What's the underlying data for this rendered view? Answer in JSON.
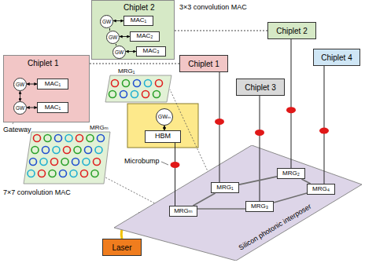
{
  "diagram": {
    "nodes": [
      {
        "text": [
          "Chiplet 2"
        ]
      },
      {
        "text": [
          "GW"
        ],
        "in": 0
      },
      {
        "text": [
          "MAC₁"
        ],
        "in": 0
      },
      {
        "text": [
          "GW"
        ],
        "in": 0
      },
      {
        "text": [
          "MAC₂"
        ],
        "in": 0
      },
      {
        "text": [
          "GW"
        ],
        "in": 0
      },
      {
        "text": [
          "MAC₃"
        ],
        "in": 0
      },
      {
        "text": [
          "Chiplet 1"
        ]
      },
      {
        "text": [
          "GW"
        ],
        "in": 7
      },
      {
        "text": [
          "MAC₁"
        ],
        "in": 7
      },
      {
        "text": [
          "GW"
        ],
        "in": 7
      },
      {
        "text": [
          "MAC₁"
        ],
        "in": 7
      },
      {
        "text": [
          "Chiplet 1"
        ]
      },
      {
        "text": [
          "Chiplet 2"
        ]
      },
      {
        "text": [
          "Chiplet 3"
        ]
      },
      {
        "text": [
          "Chiplet 4"
        ]
      },
      {
        "text": [
          "GWₘ"
        ]
      },
      {
        "text": [
          "HBM"
        ]
      },
      {
        "text": [
          "Silicon photonic interposer"
        ]
      },
      {
        "text": [
          "MRGₘ"
        ],
        "in": 18
      },
      {
        "text": [
          "MRG₁"
        ],
        "in": 18
      },
      {
        "text": [
          "MRG₂"
        ],
        "in": 18
      },
      {
        "text": [
          "MRG₃"
        ],
        "in": 18
      },
      {
        "text": [
          "MRG₄"
        ],
        "in": 18
      },
      {
        "text": [
          "Laser"
        ]
      }
    ],
    "edges": [
      {
        "from": 1,
        "to": 2,
        "arrow": "both"
      },
      {
        "from": 3,
        "to": 4,
        "arrow": "both"
      },
      {
        "from": 5,
        "to": 6,
        "arrow": "both"
      },
      {
        "from": 1,
        "to": 3,
        "arrow": "none"
      },
      {
        "from": 3,
        "to": 5,
        "arrow": "none"
      },
      {
        "from": 8,
        "to": 9,
        "arrow": "both"
      },
      {
        "from": 10,
        "to": 11,
        "arrow": "both"
      },
      {
        "from": 8,
        "to": 10,
        "arrow": "both"
      },
      {
        "from": 12,
        "to": 7,
        "arrow": "none"
      },
      {
        "from": 13,
        "to": 0,
        "arrow": "none"
      },
      {
        "from": 16,
        "to": 17,
        "arrow": "both"
      },
      {
        "from": 17,
        "to": 19,
        "arrow": "none"
      },
      {
        "from": 12,
        "to": 20,
        "arrow": "none"
      },
      {
        "from": 13,
        "to": 21,
        "arrow": "none"
      },
      {
        "from": 14,
        "to": 22,
        "arrow": "none"
      },
      {
        "from": 15,
        "to": 23,
        "arrow": "none"
      },
      {
        "from": 19,
        "to": 20,
        "arrow": "none"
      },
      {
        "from": 20,
        "to": 21,
        "arrow": "none"
      },
      {
        "from": 21,
        "to": 23,
        "arrow": "none"
      },
      {
        "from": 23,
        "to": 22,
        "arrow": "none"
      },
      {
        "from": 22,
        "to": 19,
        "arrow": "none"
      }
    ],
    "labels": [
      "3×3 convolution MAC",
      "MRG₁",
      "Gateway",
      "MRGₘ",
      "Microbump",
      "7×7 convolution MAC"
    ]
  }
}
